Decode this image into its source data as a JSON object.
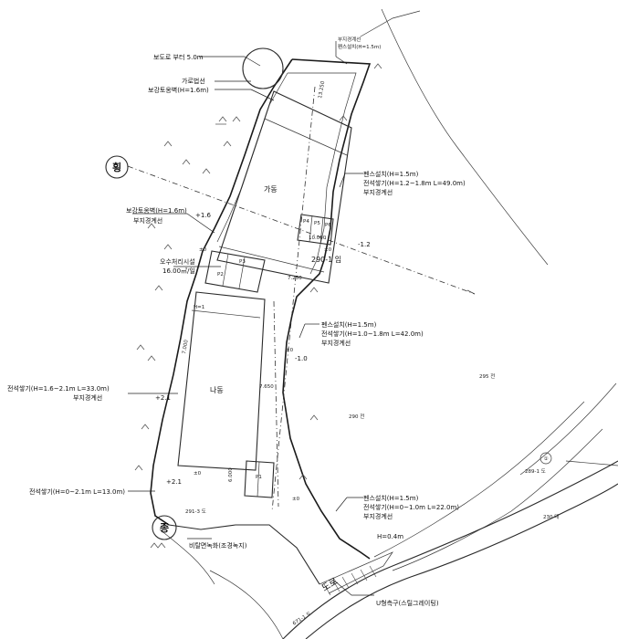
{
  "labels": {
    "road_clearance": "보도로 부터 5.0m",
    "parking_line": "가로법선",
    "retain_wall_1": "보강토옹벽(H=1.6m)",
    "top_boundary": "부지경계선",
    "top_fence": "펜스설치(H=1.5m)",
    "circle_hoeng": "횡",
    "circle_jong": "종",
    "right_fence_1": "펜스설치(H=1.5m)",
    "right_wall_1": "전석쌓기(H=1.2~1.8m L=49.0m)",
    "right_boundary_1": "부지경계선",
    "left_retain": "보강토옹벽(H=1.6m)",
    "left_boundary": "부지경계선",
    "plus_1_6": "+1.6",
    "minus_1_2": "-1.2",
    "building_ga": "가동",
    "building_na": "나동",
    "lot_main": "290-1 임",
    "sewage_title": "오수처리시설",
    "sewage_cap": "16.00㎥/일",
    "right_fence_2": "펜스설치(H=1.5m)",
    "right_wall_2": "전석쌓기(H=1.0~1.8m L=42.0m)",
    "right_boundary_2": "부지경계선",
    "minus_1_0": "-1.0",
    "left_wall": "전석쌓기(H=1.6~2.1m L=33.0m)",
    "left_boundary_2": "부지경계선",
    "plus_2_1": "+2.1",
    "plus_2_1b": "+2.1",
    "lot_290": "290 전",
    "lot_295": "295 전",
    "lot_289": "289-1 도",
    "lot_230": "230 대",
    "lot_291": "291-3 도",
    "circle_1": "①",
    "bottom_left_wall": "전석쌓기(H=0~2.1m L=13.0m)",
    "bottom_fence": "펜스설치(H=1.5m)",
    "bottom_wall": "전석쌓기(H=0~1.0m L=22.0m)",
    "bottom_boundary": "부지경계선",
    "h_0_4": "H=0.4m",
    "green_buffer": "비탈면녹화(조경녹지)",
    "u_drain": "U형측구(스틸그레이팅)",
    "road_label": "도로",
    "lot_671": "671-1 도",
    "dim_13250": "13.250",
    "dim_7250": "7.250",
    "dim_7650": "7.650",
    "dim_10000": "10.000",
    "dim_7000": "7.000",
    "dim_6000": "6.000",
    "zero": "±0",
    "p1": "P1",
    "p2": "P2",
    "p3": "P3",
    "p4": "P4",
    "p5": "P5",
    "p6": "P6",
    "h1": "H=1"
  }
}
